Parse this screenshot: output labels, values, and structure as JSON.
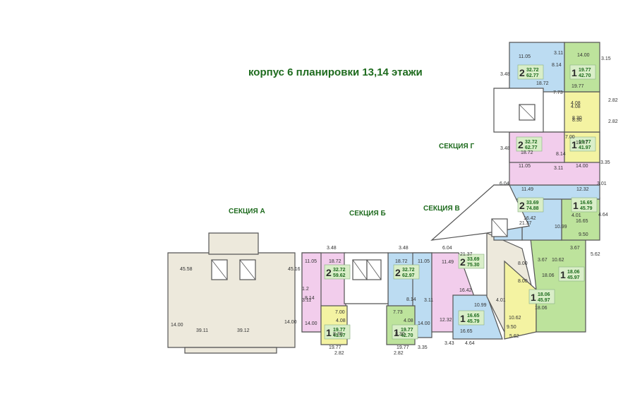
{
  "title": "корпус 6 планировки 13,14 этажи",
  "sections": {
    "a": "СЕКЦИЯ А",
    "b": "СЕКЦИЯ Б",
    "v": "СЕКЦИЯ В",
    "g": "СЕКЦИЯ Г"
  },
  "colors": {
    "blue": "#bcdcf2",
    "pink": "#f2cdec",
    "yellow": "#f4f3a2",
    "green": "#bde39c",
    "commercial": "#ede9dc",
    "corridor": "#ffffff",
    "wall": "#555555",
    "badge": "#d9eec8",
    "label": "#1e6b1e"
  },
  "apartments": [
    {
      "rooms": "2",
      "living": "32.72",
      "total": "59.62",
      "color": "pink"
    },
    {
      "rooms": "1",
      "living": "19.77",
      "total": "41.97",
      "color": "yellow"
    },
    {
      "rooms": "2",
      "living": "32.72",
      "total": "62.97",
      "color": "blue"
    },
    {
      "rooms": "1",
      "living": "19.77",
      "total": "42.70",
      "color": "green"
    },
    {
      "rooms": "2",
      "living": "33.69",
      "total": "75.30",
      "color": "pink"
    },
    {
      "rooms": "1",
      "living": "16.65",
      "total": "45.79",
      "color": "blue"
    },
    {
      "rooms": "1",
      "living": "18.06",
      "total": "45.97",
      "color": "yellow"
    },
    {
      "rooms": "1",
      "living": "18.06",
      "total": "45.97",
      "color": "green"
    },
    {
      "rooms": "2",
      "living": "33.69",
      "total": "74.88",
      "color": "blue"
    },
    {
      "rooms": "1",
      "living": "16.65",
      "total": "45.79",
      "color": "green"
    },
    {
      "rooms": "2",
      "living": "32.72",
      "total": "62.77",
      "color": "pink"
    },
    {
      "rooms": "1",
      "living": "19.77",
      "total": "41.97",
      "color": "yellow"
    },
    {
      "rooms": "2",
      "living": "32.72",
      "total": "62.77",
      "color": "blue"
    },
    {
      "rooms": "1",
      "living": "19.77",
      "total": "42.70",
      "color": "green"
    }
  ],
  "room_labels": [
    "45.58",
    "45.16",
    "14.00",
    "39.11",
    "39.12",
    "14.00",
    "11.05",
    "18.72",
    "3.48",
    "8.14",
    "3.11",
    "1.2",
    "14.00",
    "7.00",
    "4.08",
    "8.30",
    "19.77",
    "2.82",
    "3.48",
    "18.72",
    "11.05",
    "8.14",
    "3.11",
    "7.73",
    "8.30",
    "4.08",
    "19.77",
    "2.82",
    "3.35",
    "14.00",
    "11.49",
    "21.37",
    "16.42",
    "6.04",
    "12.32",
    "10.99",
    "16.65",
    "4.01",
    "9.50",
    "3.43",
    "4.64",
    "10.62",
    "5.62",
    "8.00",
    "18.06",
    "8.00",
    "18.06",
    "3.67",
    "10.62",
    "3.67",
    "21.37",
    "16.42",
    "11.49",
    "6.04",
    "12.32",
    "3.01",
    "16.65",
    "10.99",
    "4.01",
    "9.50",
    "4.64",
    "5.62",
    "11.05",
    "14.00",
    "3.11",
    "3.35",
    "18.72",
    "8.14",
    "3.48",
    "7.00",
    "19.77",
    "4.08",
    "8.30",
    "2.82",
    "7.73",
    "4.08",
    "8.30",
    "2.82",
    "11.05",
    "3.11",
    "14.00",
    "3.15",
    "8.14",
    "18.72",
    "3.48",
    "19.77"
  ]
}
